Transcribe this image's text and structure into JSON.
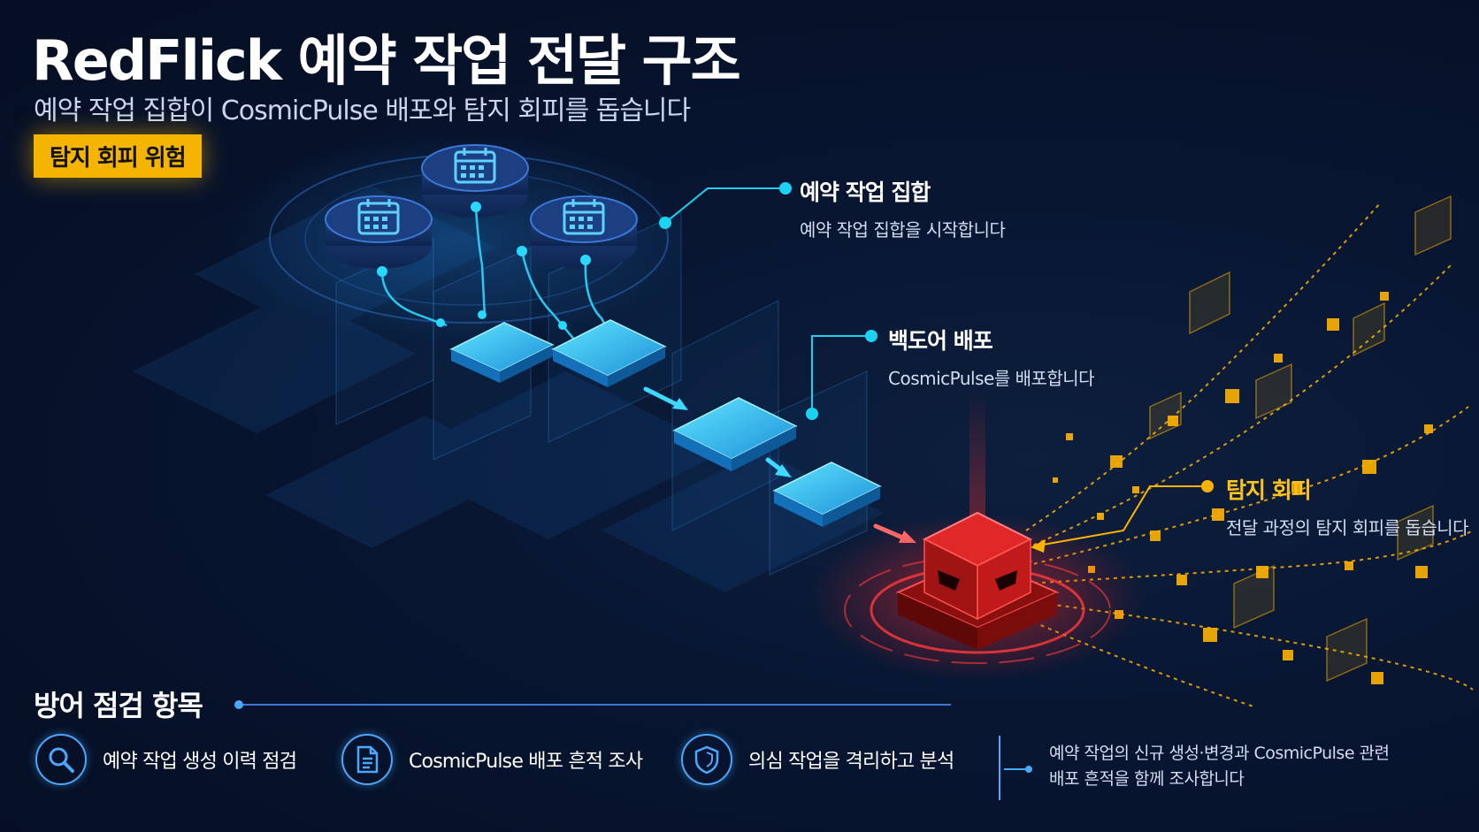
{
  "header": {
    "title": "RedFlick 예약 작업 전달 구조",
    "subtitle": "예약 작업 집합이 CosmicPulse 배포와 탐지 회피를 돕습니다",
    "badge": "탐지 회피 위험"
  },
  "callouts": {
    "task_set": {
      "title": "예약 작업 집합",
      "desc": "예약 작업 집합을 시작합니다"
    },
    "backdoor": {
      "title": "백도어 배포",
      "desc": "CosmicPulse를 배포합니다"
    },
    "evasion": {
      "title": "탐지 회피",
      "desc": "전달 과정의 탐지 회피를 돕습니다"
    }
  },
  "defense": {
    "title": "방어 점검 항목",
    "items": [
      {
        "label": "예약 작업 생성 이력 점검",
        "icon": "search-icon"
      },
      {
        "label": "CosmicPulse 배포 흔적 조사",
        "icon": "document-icon"
      },
      {
        "label": "의심 작업을 격리하고 분석",
        "icon": "shield-icon"
      }
    ],
    "note_line1": "예약 작업의 신규 생성·변경과 CosmicPulse 관련",
    "note_line2": "배포 흔적을 함께 조사합니다"
  },
  "colors": {
    "background": "#061230",
    "accent_cyan": "#19d3f0",
    "accent_blue": "#4aa8ff",
    "threat_red": "#ff2a2a",
    "evasion_amber": "#ffb300"
  }
}
